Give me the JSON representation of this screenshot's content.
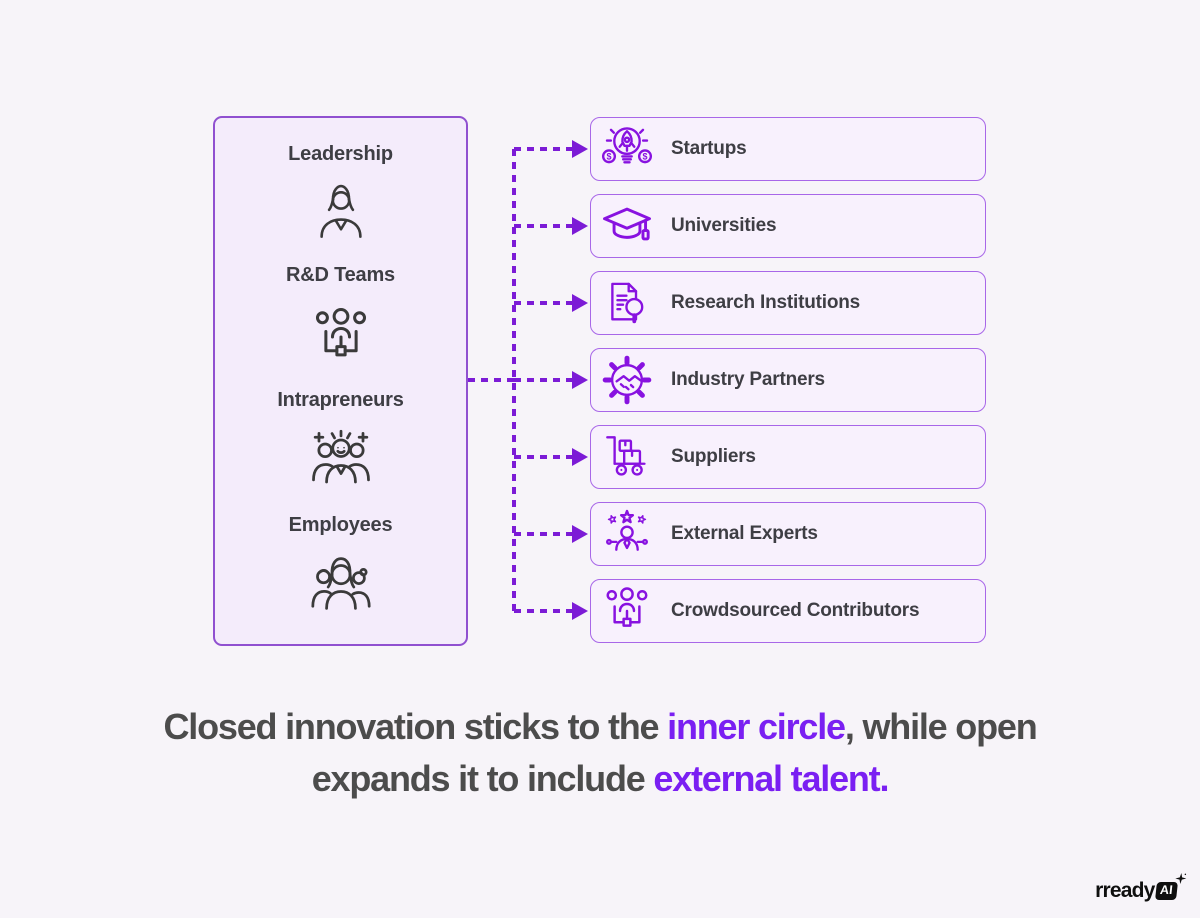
{
  "colors": {
    "background": "#f7f4f9",
    "connector_purple": "#7c1bd6",
    "icon_purple": "#8812e0",
    "icon_dark": "#3a3a3a",
    "inner_box_fill": "#f4ecfb",
    "inner_box_border": "#9050d0",
    "external_box_fill": "#f8f1fd",
    "external_box_border": "#a867e8",
    "label_dark": "#3e3e44",
    "caption_dark": "#4c4c4c",
    "caption_purple": "#7a1ff2"
  },
  "inner_box": {
    "items": [
      {
        "label": "Leadership",
        "icon": "leadership-icon"
      },
      {
        "label": "R&D Teams",
        "icon": "team-structure-icon"
      },
      {
        "label": "Intrapreneurs",
        "icon": "intrapreneurs-icon"
      },
      {
        "label": "Employees",
        "icon": "employees-icon"
      }
    ]
  },
  "external_boxes": [
    {
      "label": "Startups",
      "icon": "rocket-lightbulb-icon"
    },
    {
      "label": "Universities",
      "icon": "graduation-cap-icon"
    },
    {
      "label": "Research Institutions",
      "icon": "document-magnifier-icon"
    },
    {
      "label": "Industry Partners",
      "icon": "gear-handshake-icon"
    },
    {
      "label": "Suppliers",
      "icon": "delivery-trolley-icon"
    },
    {
      "label": "External Experts",
      "icon": "person-stars-icon"
    },
    {
      "label": "Crowdsourced Contributors",
      "icon": "crowd-network-icon"
    }
  ],
  "caption": {
    "line1": [
      {
        "text": "Closed innovation sticks to the "
      },
      {
        "text": "inner circle",
        "highlight": true
      },
      {
        "text": ", while open"
      }
    ],
    "line2": [
      {
        "text": "expands it to include "
      },
      {
        "text": "external talent.",
        "highlight": true
      }
    ]
  },
  "logo": {
    "name": "rready",
    "badge": "AI"
  }
}
